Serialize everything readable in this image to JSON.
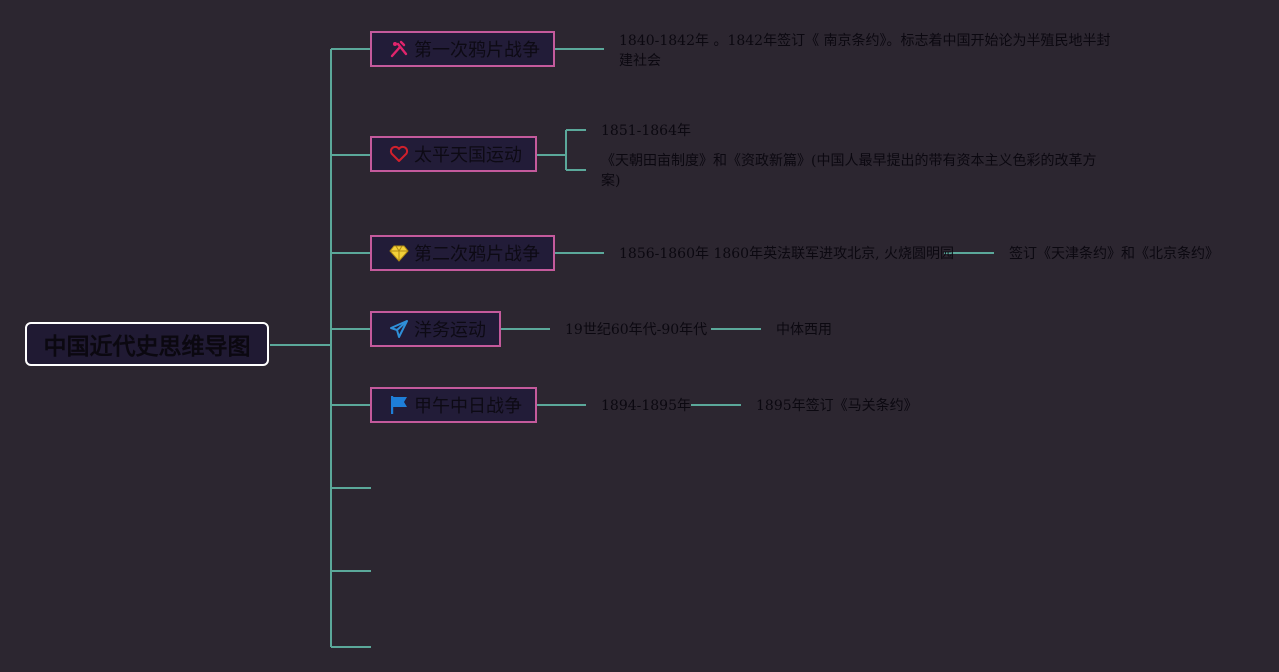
{
  "root": {
    "title": "中国近代史思维导图"
  },
  "topics": [
    {
      "label": "第一次鸦片战争",
      "icon": "tools-icon",
      "color": "#e0246c",
      "details": [
        "1840-1842年 。1842年签订《 南京条约》。标志着中国开始论为半殖民地半封建社会"
      ]
    },
    {
      "label": "太平天国运动",
      "icon": "heart-icon",
      "color": "#d0202c",
      "details": [
        "1851-1864年",
        "《天朝田亩制度》和《资政新篇》(中国人最早提出的带有资本主义色彩的改革方案)"
      ]
    },
    {
      "label": "第二次鸦片战争",
      "icon": "diamond-icon",
      "color": "#f2d03a",
      "details": [
        "1856-1860年 1860年英法联军进攻北京, 火烧圆明园",
        "签订《天津条约》和《北京条约》"
      ]
    },
    {
      "label": "洋务运动",
      "icon": "paper-plane-icon",
      "color": "#2f8fd8",
      "details": [
        "19世纪60年代-90年代",
        "中体西用"
      ]
    },
    {
      "label": "甲午中日战争",
      "icon": "flag-icon",
      "color": "#1e7ed8",
      "details": [
        "1894-1895年",
        "1895年签订《马关条约》"
      ]
    }
  ],
  "colors": {
    "background": "#2c2630",
    "connector": "#5ba89a",
    "topic_border": "#c45a9c",
    "root_border": "#ffffff"
  }
}
